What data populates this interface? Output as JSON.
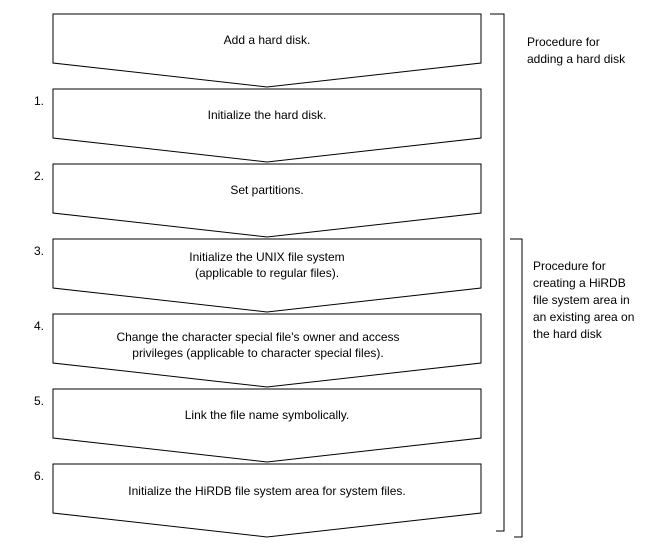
{
  "steps": [
    {
      "number": "",
      "lines": [
        "Add a hard disk."
      ]
    },
    {
      "number": "1.",
      "lines": [
        "Initialize the hard disk."
      ]
    },
    {
      "number": "2.",
      "lines": [
        "Set partitions."
      ]
    },
    {
      "number": "3.",
      "lines": [
        "Initialize the UNIX file system",
        "(applicable to regular files)."
      ]
    },
    {
      "number": "4.",
      "lines": [
        "Change the character special file's owner and access",
        "privileges (applicable to character special files)."
      ]
    },
    {
      "number": "5.",
      "lines": [
        "Link the file name symbolically."
      ]
    },
    {
      "number": "6.",
      "lines": [
        "Initialize the HiRDB file system area for system files."
      ]
    }
  ],
  "groups": [
    {
      "lines": [
        "Procedure for",
        "adding a hard disk"
      ]
    },
    {
      "lines": [
        "Procedure for",
        "creating a HiRDB",
        "file system area in",
        "an existing area on",
        "the hard disk"
      ]
    }
  ]
}
